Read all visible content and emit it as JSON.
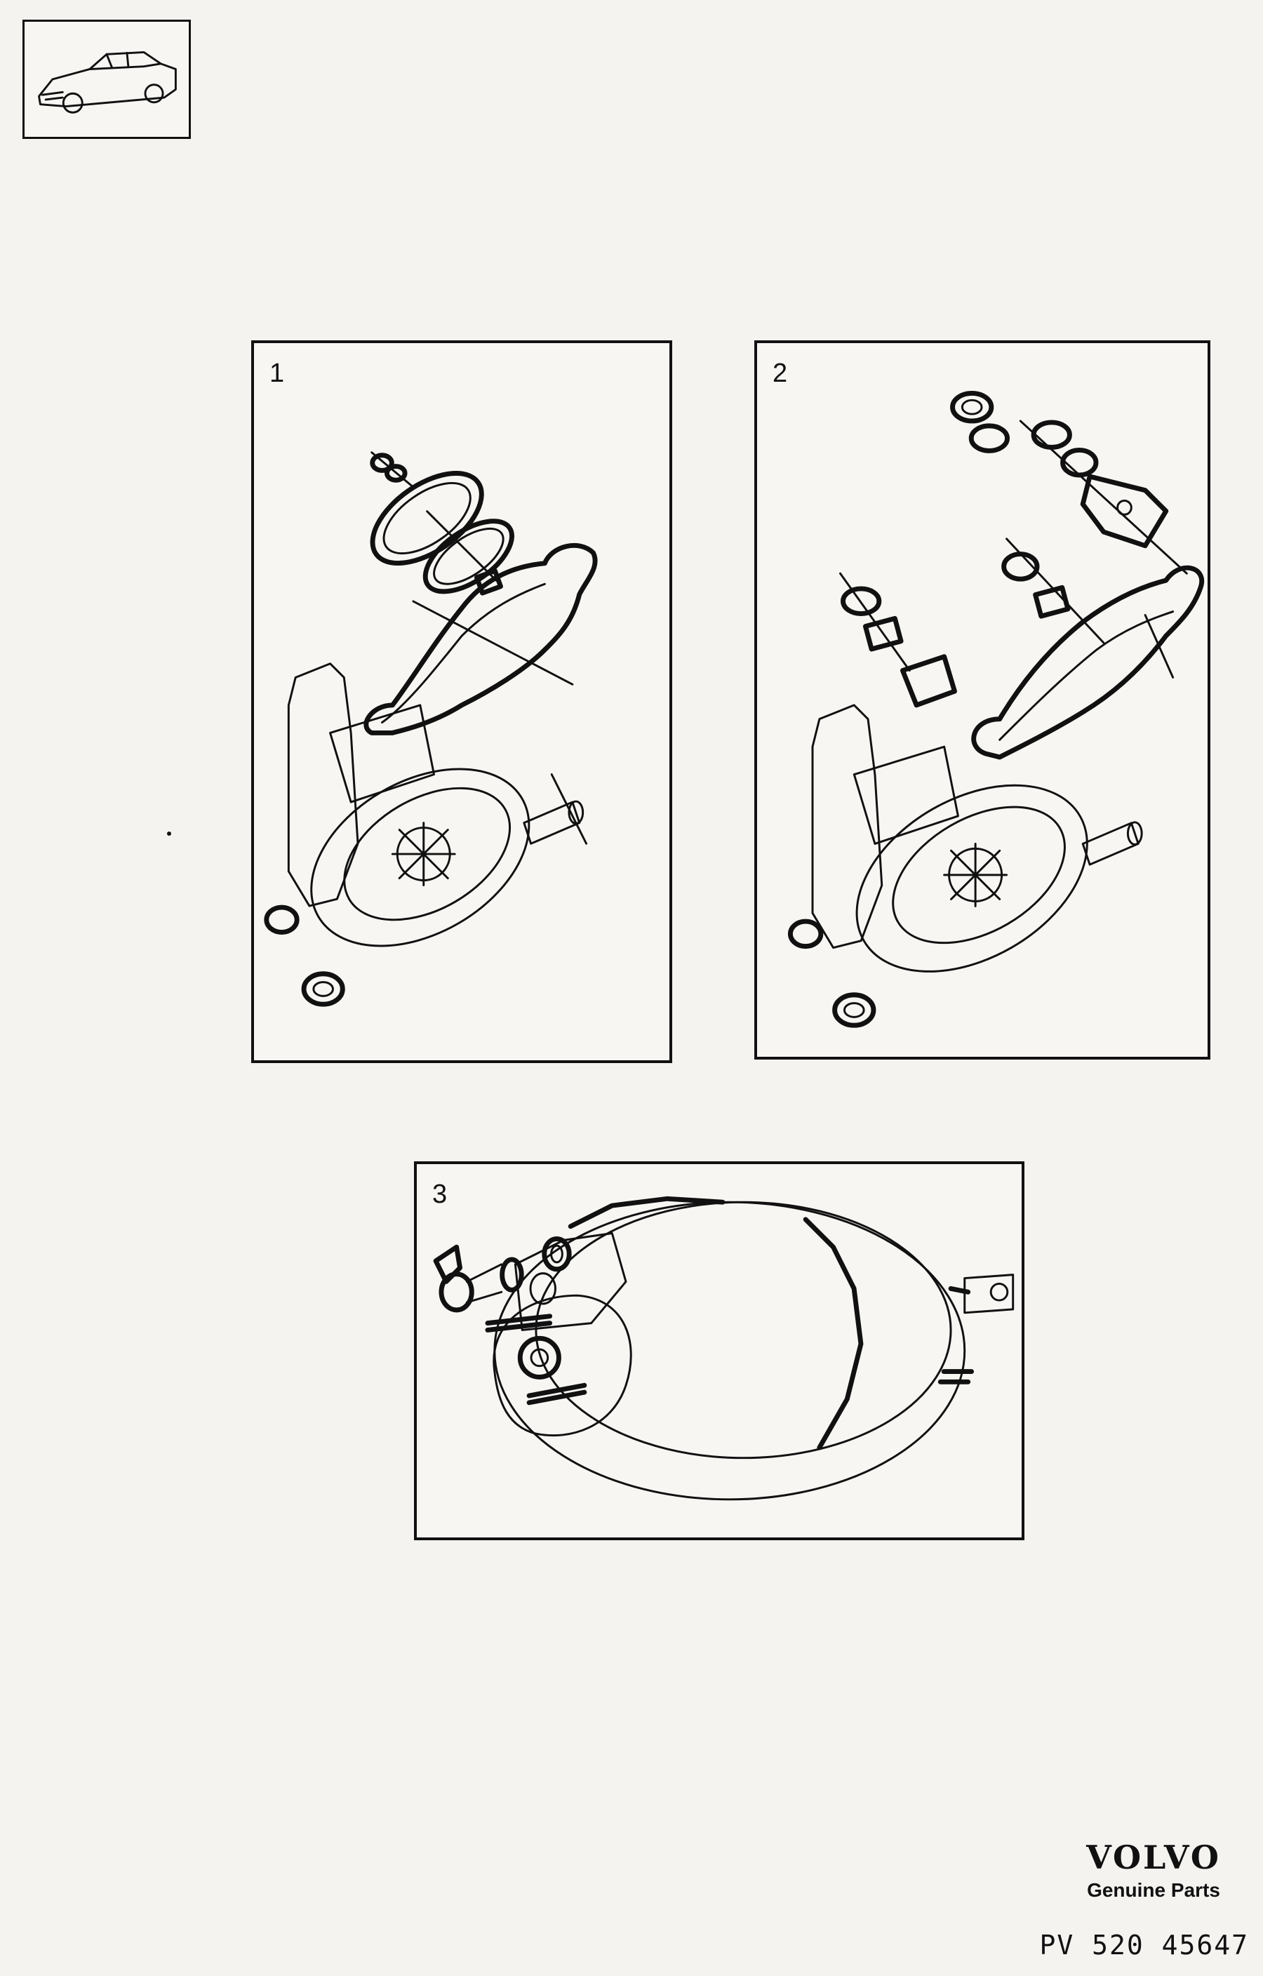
{
  "panels": [
    {
      "label": "1"
    },
    {
      "label": "2"
    },
    {
      "label": "3"
    }
  ],
  "icons": {
    "thumbnail": "car-sedan-icon",
    "panel1": "vacuum-pump-gasket-kit-diagram",
    "panel2": "vacuum-pump-valve-kit-diagram",
    "panel3": "brake-booster-diagram"
  },
  "branding": {
    "logo_text": "VOLVO",
    "subtitle": "Genuine Parts",
    "reference": "PV 520 45647"
  },
  "colors": {
    "ink": "#111111",
    "paper": "#f4f3f0"
  }
}
